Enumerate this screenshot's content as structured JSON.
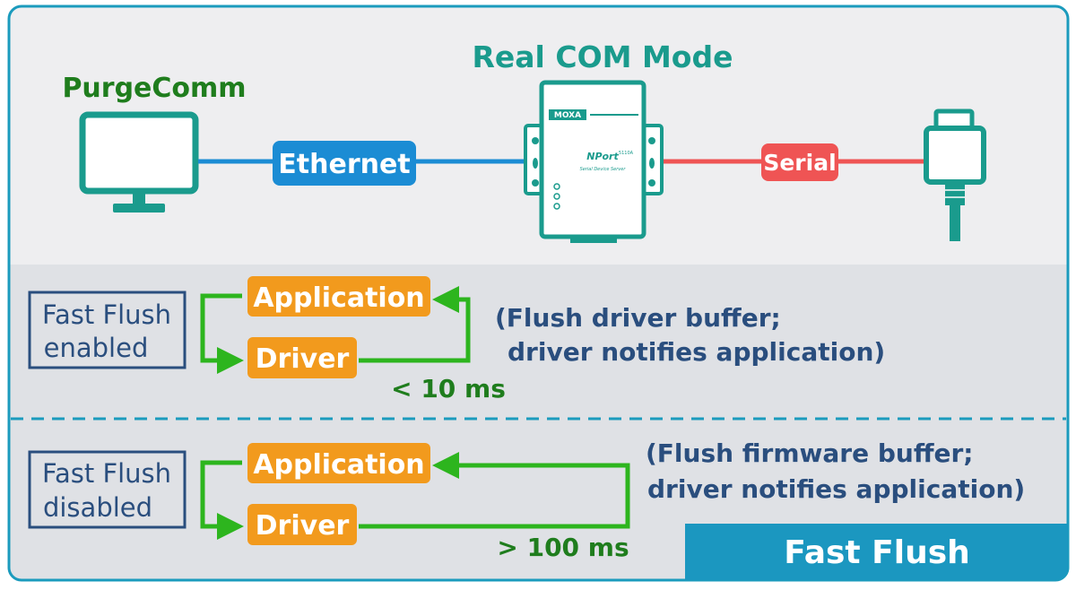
{
  "top": {
    "mode_title": "Real COM Mode",
    "pc_label": "PurgeComm",
    "ethernet_label": "Ethernet",
    "serial_label": "Serial",
    "device": {
      "brand": "MOXA",
      "model": "NPort",
      "model_sub": "5110A",
      "caption": "Serial Device Server"
    }
  },
  "enabled": {
    "box_line1": "Fast Flush",
    "box_line2": "enabled",
    "app_label": "Application",
    "driver_label": "Driver",
    "time_label": "< 10 ms",
    "note_line1": "(Flush driver buffer;",
    "note_line2": "driver notifies application)"
  },
  "disabled": {
    "box_line1": "Fast Flush",
    "box_line2": "disabled",
    "app_label": "Application",
    "driver_label": "Driver",
    "time_label": "> 100 ms",
    "note_line1": "(Flush firmware buffer;",
    "note_line2": "driver notifies application)"
  },
  "footer_badge": "Fast Flush",
  "colors": {
    "frame": "#1b9bbd",
    "panel_top": "#eeeef0",
    "panel_bottom": "#dfe1e5",
    "teal": "#1a9b8d",
    "green_text": "#1f7d1d",
    "arrow_green": "#2db51e",
    "orange": "#f29a1d",
    "ethernet": "#1b8cd4",
    "serial": "#ef5454",
    "navy": "#2a4e7e",
    "badge": "#1b97c0"
  }
}
